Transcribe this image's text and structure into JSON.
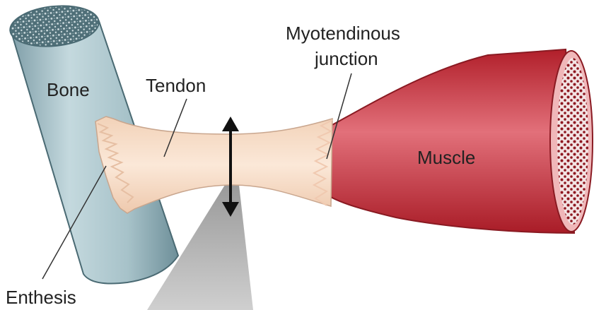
{
  "labels": {
    "bone": "Bone",
    "tendon": "Tendon",
    "myotendinous_line1": "Myotendinous",
    "myotendinous_line2": "junction",
    "muscle": "Muscle",
    "enthesis": "Enthesis"
  },
  "colors": {
    "bone": "#a9c4cc",
    "tendon": "#f6dcc6",
    "muscle": "#c8323a",
    "arrow": "#111111"
  }
}
